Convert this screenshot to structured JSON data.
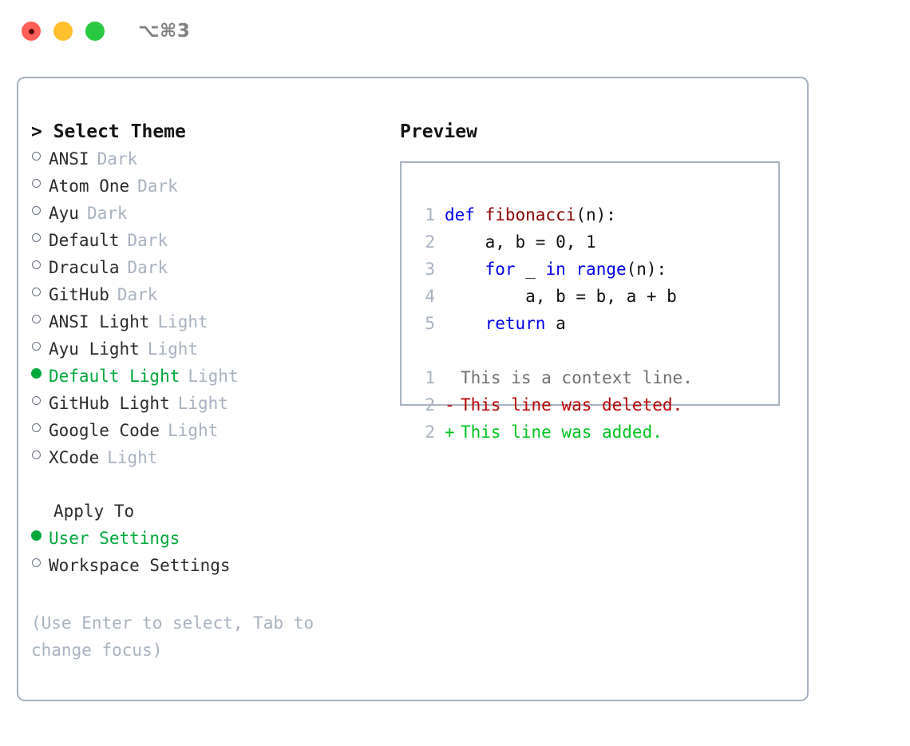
{
  "titlebar": {
    "shortcut": "⌥⌘3",
    "buttons": [
      {
        "name": "close-button",
        "color": "#FF5F57"
      },
      {
        "name": "minimize-button",
        "color": "#FFC02E"
      },
      {
        "name": "maximize-button",
        "color": "#28C840"
      }
    ]
  },
  "theme_picker": {
    "header": "> Select Theme",
    "items": [
      {
        "name": "ANSI",
        "kind": "Dark",
        "selected": false
      },
      {
        "name": "Atom One",
        "kind": "Dark",
        "selected": false
      },
      {
        "name": "Ayu",
        "kind": "Dark",
        "selected": false
      },
      {
        "name": "Default",
        "kind": "Dark",
        "selected": false
      },
      {
        "name": "Dracula",
        "kind": "Dark",
        "selected": false
      },
      {
        "name": "GitHub",
        "kind": "Dark",
        "selected": false
      },
      {
        "name": "ANSI Light",
        "kind": "Light",
        "selected": false
      },
      {
        "name": "Ayu Light",
        "kind": "Light",
        "selected": false
      },
      {
        "name": "Default Light",
        "kind": "Light",
        "selected": true
      },
      {
        "name": "GitHub Light",
        "kind": "Light",
        "selected": false
      },
      {
        "name": "Google Code",
        "kind": "Light",
        "selected": false
      },
      {
        "name": "XCode",
        "kind": "Light",
        "selected": false
      }
    ]
  },
  "apply_to": {
    "header": "Apply To",
    "options": [
      {
        "label": "User Settings",
        "selected": true
      },
      {
        "label": "Workspace Settings",
        "selected": false
      }
    ]
  },
  "hint": "(Use Enter to select, Tab to change focus)",
  "preview": {
    "header": "Preview",
    "code_lines": [
      {
        "no": "1",
        "tokens": [
          {
            "t": "def ",
            "c": "kw"
          },
          {
            "t": "fibonacci",
            "c": "fn"
          },
          {
            "t": "(n):",
            "c": "plain"
          }
        ]
      },
      {
        "no": "2",
        "tokens": [
          {
            "t": "    a, b = 0, 1",
            "c": "plain"
          }
        ]
      },
      {
        "no": "3",
        "tokens": [
          {
            "t": "    ",
            "c": "plain"
          },
          {
            "t": "for",
            "c": "kw"
          },
          {
            "t": " _ ",
            "c": "plain"
          },
          {
            "t": "in",
            "c": "kw"
          },
          {
            "t": " ",
            "c": "plain"
          },
          {
            "t": "range",
            "c": "kw"
          },
          {
            "t": "(n):",
            "c": "plain"
          }
        ]
      },
      {
        "no": "4",
        "tokens": [
          {
            "t": "        a, b = b, a + b",
            "c": "plain"
          }
        ]
      },
      {
        "no": "5",
        "tokens": [
          {
            "t": "    ",
            "c": "plain"
          },
          {
            "t": "return",
            "c": "kw"
          },
          {
            "t": " a",
            "c": "plain"
          }
        ]
      }
    ],
    "diff_lines": [
      {
        "no": "1",
        "marker": " ",
        "text": "This is a context line.",
        "kind": "context"
      },
      {
        "no": "2",
        "marker": "-",
        "text": "This line was deleted.",
        "kind": "removed"
      },
      {
        "no": "2",
        "marker": "+",
        "text": "This line was added.",
        "kind": "added"
      }
    ]
  },
  "colors": {
    "accent_green": "#00A83C",
    "muted": "#A8B2C0",
    "border": "#A8B2C0",
    "keyword": "#0000EE",
    "function": "#8B0000",
    "diff_added": "#00C41E",
    "diff_removed": "#B80000"
  }
}
